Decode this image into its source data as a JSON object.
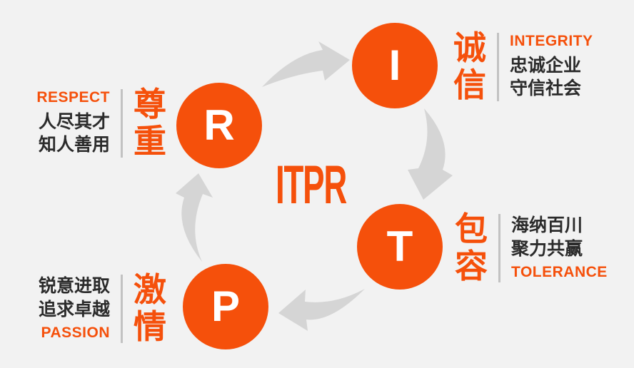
{
  "title": "ITPR",
  "colors": {
    "accent_orange": "#f5500b",
    "arrow_gray": "#d5d5d5",
    "divider_gray": "#c2c2c2",
    "text_dark": "#2b2b2b",
    "background": "#f2f2f2",
    "circle_letter": "#ffffff"
  },
  "nodes": [
    {
      "letter": "I",
      "en": "INTEGRITY",
      "cn": "诚信",
      "desc1": "忠诚企业",
      "desc2": "守信社会"
    },
    {
      "letter": "T",
      "en": "TOLERANCE",
      "cn": "包容",
      "desc1": "海纳百川",
      "desc2": "聚力共赢"
    },
    {
      "letter": "P",
      "en": "PASSION",
      "cn": "激情",
      "desc1": "锐意进取",
      "desc2": "追求卓越"
    },
    {
      "letter": "R",
      "en": "RESPECT",
      "cn": "尊重",
      "desc1": "人尽其才",
      "desc2": "知人善用"
    }
  ]
}
